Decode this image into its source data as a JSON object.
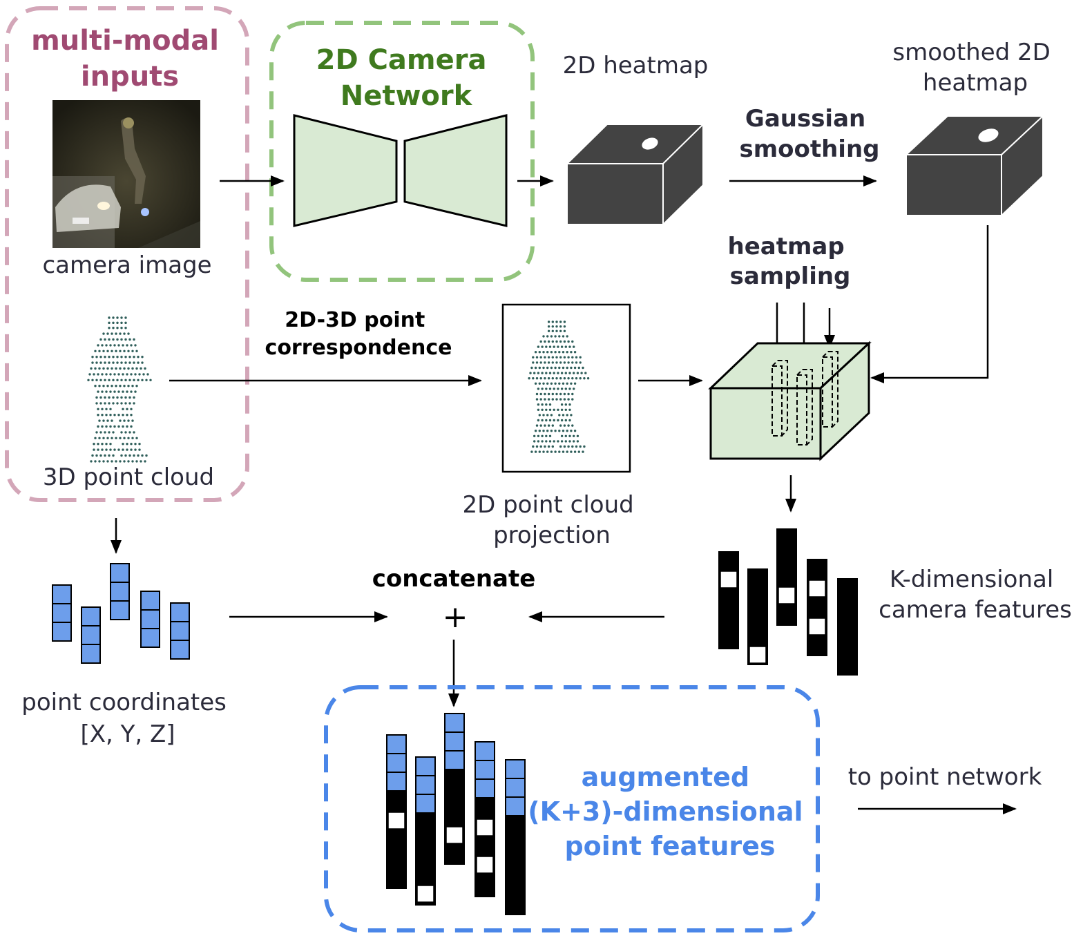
{
  "colors": {
    "pink": "#d3a6b8",
    "pink_text": "#a04a72",
    "green_dash": "#92c47c",
    "green_text": "#3f7a1e",
    "green_fill": "#d9ead3",
    "blue": "#4a86e8",
    "blue_fill": "#6d9eeb",
    "dark_box": "#434343",
    "text": "#2b2b3a"
  },
  "groups": {
    "inputs_title": [
      "multi-modal",
      "inputs"
    ],
    "camera_network_title": [
      "2D Camera",
      "Network"
    ],
    "augmented_title": [
      "augmented",
      "(K+3)-dimensional",
      "point features"
    ]
  },
  "labels": {
    "camera_image": "camera image",
    "point_cloud_3d": "3D point cloud",
    "heatmap_2d": "2D heatmap",
    "smoothed_heatmap": [
      "smoothed 2D",
      "heatmap"
    ],
    "gaussian_smoothing": [
      "Gaussian",
      "smoothing"
    ],
    "heatmap_sampling": [
      "heatmap",
      "sampling"
    ],
    "correspondence": [
      "2D-3D point",
      "correspondence"
    ],
    "projection": [
      "2D point cloud",
      "projection"
    ],
    "concatenate": "concatenate",
    "plus": "+",
    "k_features": [
      "K-dimensional",
      "camera features"
    ],
    "point_coordinates": [
      "point coordinates",
      "[X, Y, Z]"
    ],
    "to_point_network": "to point network"
  },
  "icons": [
    "camera-photo-icon",
    "point-cloud-icon",
    "encoder-decoder-icon",
    "cube-icon"
  ]
}
